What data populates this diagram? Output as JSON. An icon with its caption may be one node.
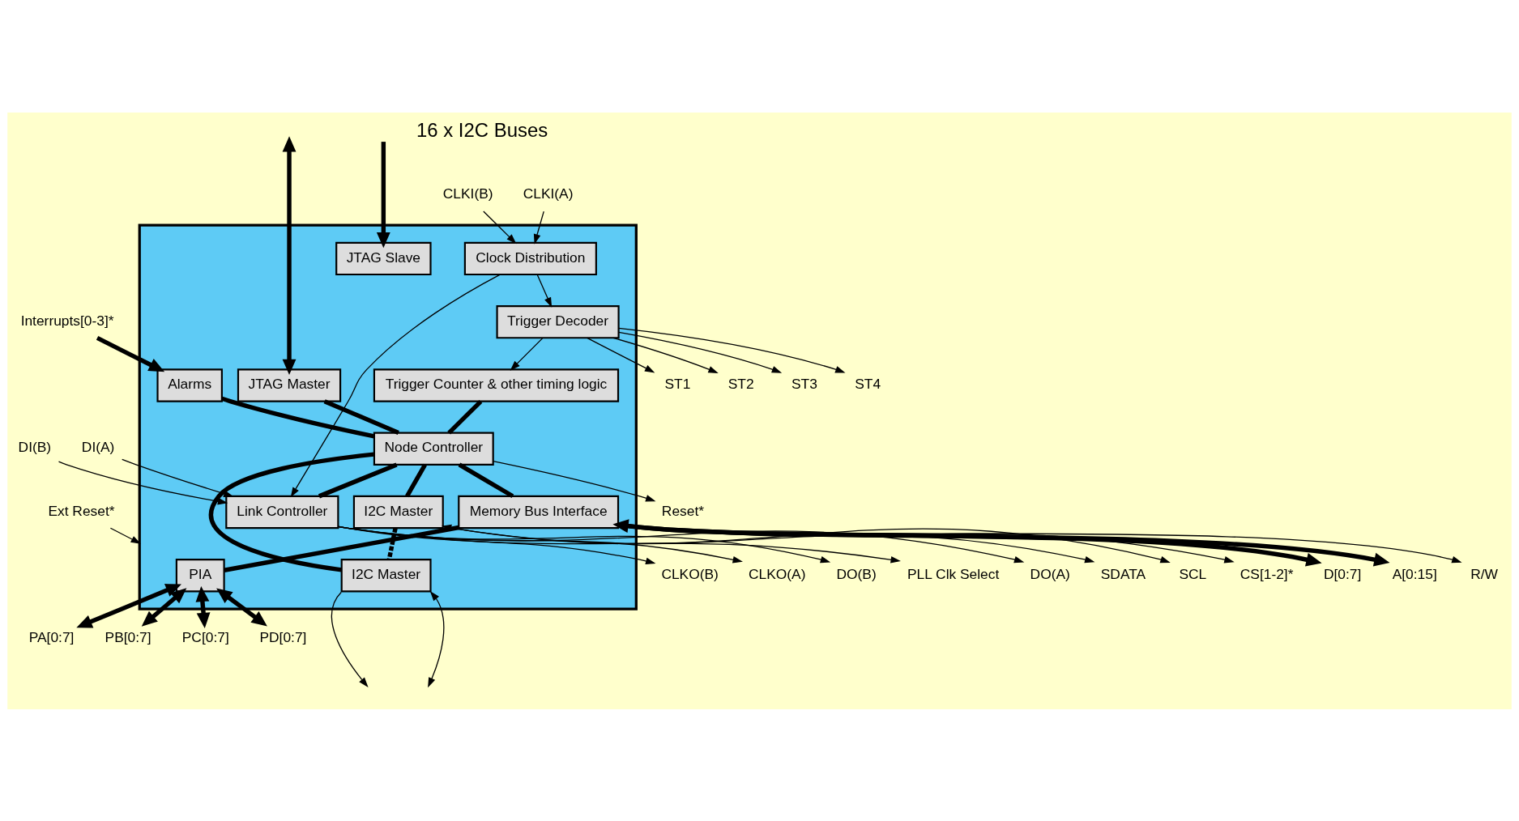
{
  "diagram": {
    "nodes": [
      {
        "text": [],
        "shape": "box"
      },
      {
        "text": [
          "JTAG Master"
        ],
        "in": 0
      },
      {
        "text": [
          "Alarms"
        ],
        "in": 0
      },
      {
        "text": [
          "JTAG Slave"
        ],
        "in": 0
      },
      {
        "text": [
          "Trigger Decoder"
        ],
        "in": 0
      },
      {
        "text": [
          "Clock Distribution"
        ],
        "in": 0
      },
      {
        "text": [
          "Trigger Counter & other timing logic"
        ],
        "in": 0
      },
      {
        "text": [
          "Node Controller"
        ],
        "in": 0
      },
      {
        "text": [
          "Link Controller"
        ],
        "in": 0
      },
      {
        "text": [
          "I2C Master"
        ],
        "in": 0
      },
      {
        "text": [
          "I2C Master"
        ],
        "in": 0
      },
      {
        "text": [
          "Memory Bus Interface"
        ],
        "in": 0
      },
      {
        "text": [
          "PIA"
        ],
        "in": 0
      },
      {
        "text": [
          "Interrupts[0-3]*"
        ]
      },
      {
        "text": [
          "ST1"
        ]
      },
      {
        "text": [
          "ST2"
        ]
      },
      {
        "text": [
          "ST3"
        ]
      },
      {
        "text": [
          "ST4"
        ]
      },
      {
        "text": [
          "Reset*"
        ]
      },
      {
        "text": [
          "SCL"
        ]
      },
      {
        "text": [
          "SDATA"
        ]
      },
      {
        "text": [
          "CLKI(A)"
        ]
      },
      {
        "text": [
          "CLKI(B)"
        ]
      },
      {
        "text": [
          "CLKO(A)"
        ]
      },
      {
        "text": [
          "DO(A)"
        ]
      },
      {
        "text": [
          "DI(A)"
        ]
      },
      {
        "text": [
          "CLKO(B)"
        ]
      },
      {
        "text": [
          "DO(B)"
        ]
      },
      {
        "text": [
          "DI(B)"
        ]
      },
      {
        "text": [
          "PLL Clk Select"
        ]
      },
      {
        "text": [
          "Ext Reset*"
        ]
      },
      {
        "text": [
          "D[0:7]"
        ]
      },
      {
        "text": [
          "A[0:15]"
        ]
      },
      {
        "text": [
          "R/W"
        ]
      },
      {
        "text": [
          "CS[1-2]*"
        ]
      },
      {
        "text": [
          "PA[0:7]"
        ]
      },
      {
        "text": [
          "PB[0:7]"
        ]
      },
      {
        "text": [
          "PC[0:7]"
        ]
      },
      {
        "text": [
          "PD[0:7]"
        ]
      }
    ],
    "edges": [
      {
        "from": null,
        "to": 1,
        "arrow": "both",
        "style": "thick"
      },
      {
        "from": 13,
        "to": 2,
        "arrow": "to",
        "style": "thick"
      },
      {
        "from": null,
        "to": 3,
        "arrow": "to",
        "style": "thick"
      },
      {
        "from": 4,
        "to": 14,
        "arrow": "to"
      },
      {
        "from": 4,
        "to": 15,
        "arrow": "to"
      },
      {
        "from": 4,
        "to": 16,
        "arrow": "to"
      },
      {
        "from": 4,
        "to": 17,
        "arrow": "to"
      },
      {
        "from": 5,
        "to": 4,
        "arrow": "to"
      },
      {
        "from": 21,
        "to": 5,
        "arrow": "to"
      },
      {
        "from": 22,
        "to": 5,
        "arrow": "to"
      },
      {
        "from": 4,
        "to": 6,
        "arrow": "to"
      },
      {
        "from": 5,
        "to": 8,
        "arrow": "to"
      },
      {
        "from": 1,
        "to": 7,
        "arrow": "none",
        "style": "thick"
      },
      {
        "from": 2,
        "to": 7,
        "arrow": "none",
        "style": "thick"
      },
      {
        "from": 7,
        "to": 18,
        "arrow": "to"
      },
      {
        "from": 7,
        "to": 8,
        "arrow": "none",
        "style": "thick"
      },
      {
        "from": 6,
        "to": 7,
        "arrow": "none",
        "style": "thick"
      },
      {
        "from": 7,
        "to": 9,
        "arrow": "none",
        "style": "thick"
      },
      {
        "from": 7,
        "to": 10,
        "arrow": "none",
        "style": "thick"
      },
      {
        "from": 7,
        "to": 11,
        "arrow": "none",
        "style": "thick"
      },
      {
        "from": 9,
        "to": 19,
        "arrow": "to"
      },
      {
        "from": 9,
        "to": 20,
        "arrow": "both"
      },
      {
        "from": 9,
        "to": 10,
        "arrow": "none",
        "style": "dashed"
      },
      {
        "from": 10,
        "to": null,
        "arrow": "to"
      },
      {
        "from": 10,
        "to": null,
        "arrow": "both"
      },
      {
        "from": 8,
        "to": 23,
        "arrow": "to"
      },
      {
        "from": 8,
        "to": 24,
        "arrow": "to"
      },
      {
        "from": 25,
        "to": 8,
        "arrow": "to"
      },
      {
        "from": 8,
        "to": 26,
        "arrow": "to"
      },
      {
        "from": 8,
        "to": 27,
        "arrow": "to"
      },
      {
        "from": 28,
        "to": 8,
        "arrow": "to"
      },
      {
        "from": 8,
        "to": 29,
        "arrow": "to"
      },
      {
        "from": 30,
        "to": 0,
        "arrow": "to"
      },
      {
        "from": 11,
        "to": 31,
        "arrow": "both",
        "style": "thick"
      },
      {
        "from": 11,
        "to": 32,
        "arrow": "to",
        "style": "thick"
      },
      {
        "from": 11,
        "to": 33,
        "arrow": "to"
      },
      {
        "from": 11,
        "to": 34,
        "arrow": "to"
      },
      {
        "from": 11,
        "to": 12,
        "arrow": "none",
        "style": "thick"
      },
      {
        "from": 12,
        "to": 35,
        "arrow": "both",
        "style": "thick"
      },
      {
        "from": 12,
        "to": 36,
        "arrow": "both",
        "style": "thick"
      },
      {
        "from": 12,
        "to": 37,
        "arrow": "both",
        "style": "thick"
      },
      {
        "from": 12,
        "to": 38,
        "arrow": "both",
        "style": "thick"
      }
    ],
    "labels": [
      "16 x I2C Buses"
    ]
  }
}
